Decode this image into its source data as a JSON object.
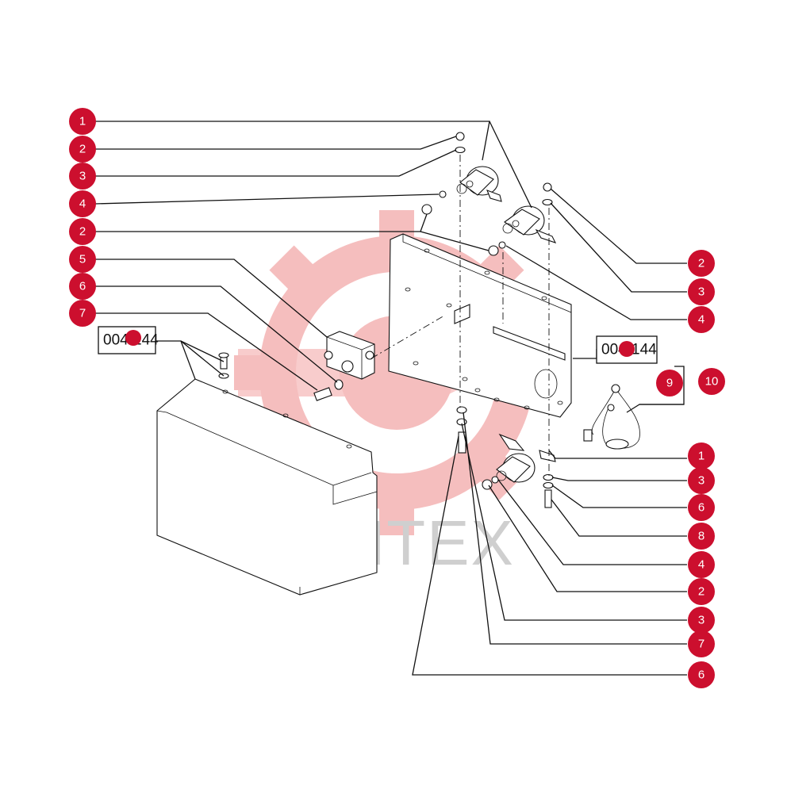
{
  "watermark": {
    "text": "ИНТЕХ",
    "color": "#f5b8b8"
  },
  "callout_color": "#cc0f2e",
  "references": {
    "left": "004-144",
    "right": "004-144"
  },
  "callouts": {
    "l1": "1",
    "l2": "2",
    "l3": "3",
    "l4": "4",
    "l2b": "2",
    "l5": "5",
    "l6": "6",
    "l7": "7",
    "r2": "2",
    "r3": "3",
    "r4": "4",
    "r9": "9",
    "r10": "10",
    "r1b": "1",
    "r3b": "3",
    "r6b": "6",
    "r8": "8",
    "r4b": "4",
    "r2b": "2",
    "r3c": "3",
    "r7": "7",
    "r6c": "6"
  }
}
